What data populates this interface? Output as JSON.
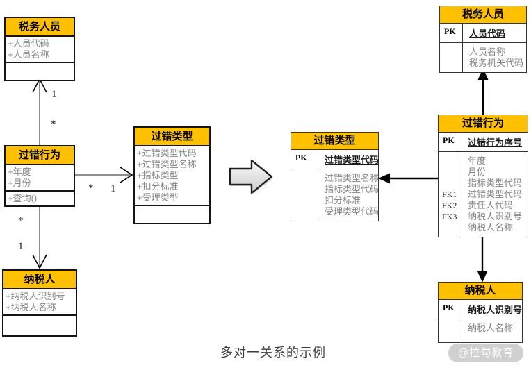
{
  "caption": "多对一关系的示例",
  "watermark": "@拉勾教育",
  "colors": {
    "header_bg": "#FFC000",
    "attr_text": "#848484",
    "box_border": "#141414",
    "connector_left": "#4d4d4d",
    "connector_right": "#000000",
    "big_arrow_fill": "#e2e2e2"
  },
  "left_diagram": {
    "classes": [
      {
        "name": "税务人员",
        "attrs": [
          "+人员代码",
          "+人员名称"
        ],
        "ops": []
      },
      {
        "name": "过错行为",
        "attrs": [
          "+年度",
          "+月份"
        ],
        "ops": [
          "+查询()"
        ]
      },
      {
        "name": "过错类型",
        "attrs": [
          "+过错类型代码",
          "+过错类型名称",
          "+指标类型",
          "+扣分标准",
          "+受理类型"
        ],
        "ops": []
      },
      {
        "name": "纳税人",
        "attrs": [
          "+纳税人识别号",
          "+纳税人名称"
        ],
        "ops": []
      }
    ],
    "multiplicity": {
      "officer_one": "1",
      "officer_many": "*",
      "type_many": "*",
      "type_one": "1",
      "payer_many": "*",
      "payer_one": "1"
    }
  },
  "right_diagram": {
    "tables": [
      {
        "name": "税务人员",
        "pk_label": "PK",
        "pk_field": "人员代码",
        "rows": [
          {
            "key": "",
            "value": "人员名称"
          },
          {
            "key": "",
            "value": "税务机关代码"
          }
        ]
      },
      {
        "name": "过错类型",
        "pk_label": "PK",
        "pk_field": "过错类型代码",
        "rows": [
          {
            "key": "",
            "value": "过错类型名称"
          },
          {
            "key": "",
            "value": "指标类型代码"
          },
          {
            "key": "",
            "value": "扣分标准"
          },
          {
            "key": "",
            "value": "受理类型代码"
          }
        ]
      },
      {
        "name": "过错行为",
        "pk_label": "PK",
        "pk_field": "过错行为序号",
        "rows": [
          {
            "key": "",
            "value": "年度"
          },
          {
            "key": "",
            "value": "月份"
          },
          {
            "key": "",
            "value": "指标类型代码"
          },
          {
            "key": "FK1",
            "value": "过错类型代码"
          },
          {
            "key": "FK2",
            "value": "责任人代码"
          },
          {
            "key": "FK3",
            "value": "纳税人识别号"
          },
          {
            "key": "",
            "value": "纳税人名称"
          }
        ]
      },
      {
        "name": "纳税人",
        "pk_label": "PK",
        "pk_field": "纳税人识别号",
        "rows": [
          {
            "key": "",
            "value": "纳税人名称"
          }
        ]
      }
    ]
  }
}
